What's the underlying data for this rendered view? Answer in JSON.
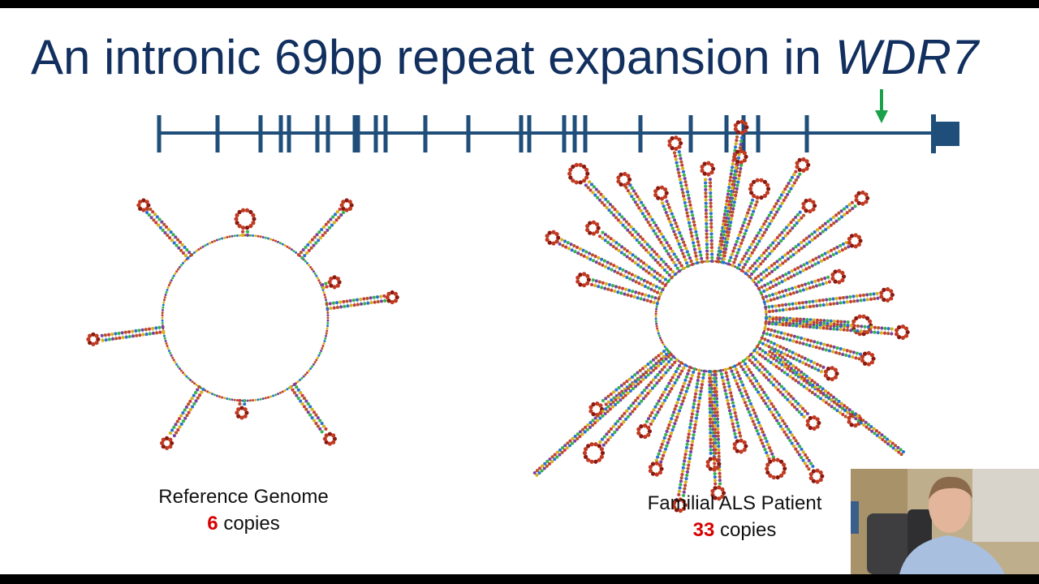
{
  "title": {
    "text": "An intronic 69bp repeat expansion in",
    "gene": "WDR7"
  },
  "gene_model": {
    "line_color": "#1f4e7a",
    "marker_color": "#1aa14a"
  },
  "left_structure": {
    "label": "Reference Genome",
    "count": "6",
    "unit": "copies"
  },
  "right_structure": {
    "label": "Familial ALS Patient",
    "count": "33",
    "unit": "copies"
  },
  "colors": {
    "title": "#12305f",
    "highlight": "#d90000",
    "helix": [
      "#b5541e",
      "#7a3fa0",
      "#34b34a",
      "#2a6fd1",
      "#d4b21a",
      "#c93a3a"
    ]
  }
}
